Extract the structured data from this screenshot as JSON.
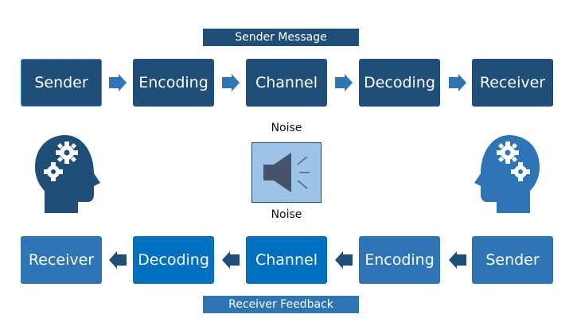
{
  "title_top": "Sender Message",
  "title_bottom": "Receiver Feedback",
  "top_row": [
    "Sender",
    "Encoding",
    "Channel",
    "Decoding",
    "Receiver"
  ],
  "bottom_row": [
    "Receiver",
    "Decoding",
    "Channel",
    "Encoding",
    "Sender"
  ],
  "noise_top": "Noise",
  "noise_bottom": "Noise",
  "icons": {
    "arrow_top": "arrow-right-icon",
    "arrow_bottom": "arrow-left-icon",
    "speaker": "speaker-icon",
    "head_left": "head-gears-icon",
    "head_right": "head-gears-icon"
  },
  "colors": {
    "top_dark": "#1f4e79",
    "bottom_medium": "#2e75b6",
    "bottom_bright": "#0070c0",
    "arrow_top": "#2e75b6",
    "arrow_bottom": "#1f4e79",
    "speaker_bg": "#9dc3e6",
    "speaker_border": "#1f4e79",
    "speaker_icon": "#44546a"
  }
}
